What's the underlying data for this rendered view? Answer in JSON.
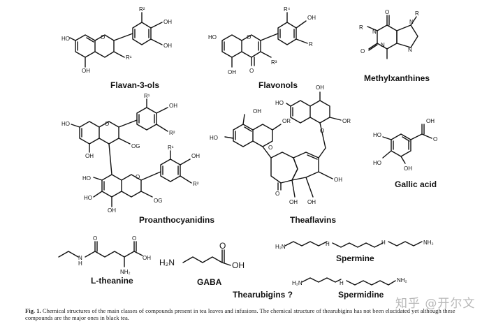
{
  "labels": {
    "flavan3ols": "Flavan-3-ols",
    "flavonols": "Flavonols",
    "methylxanthines": "Methylxanthines",
    "proanthocyanidins": "Proanthocyanidins",
    "theaflavins": "Theaflavins",
    "gallic_acid": "Gallic acid",
    "l_theanine": "L-theanine",
    "gaba": "GABA",
    "spermine": "Spermine",
    "thearubigins": "Thearubigins ?",
    "spermidine": "Spermidine"
  },
  "atoms": {
    "oh": "OH",
    "ho": "HO",
    "o": "O",
    "r": "R",
    "r1": "R¹",
    "r2": "R²",
    "r3": "R³",
    "r4": "R⁴",
    "n": "N",
    "og": "OG",
    "or": "OR",
    "nh2": "NH₂",
    "h2n": "H₂N",
    "nh": "NH",
    "h": "H"
  },
  "caption": {
    "lead": "Fig. 1.",
    "text": "Chemical structures of the main classes of compounds present in tea leaves and infusions. The chemical structure of thearubigins has not been elucidated yet although these compounds are the major ones in black tea."
  },
  "watermark": "知乎 @开尔文"
}
